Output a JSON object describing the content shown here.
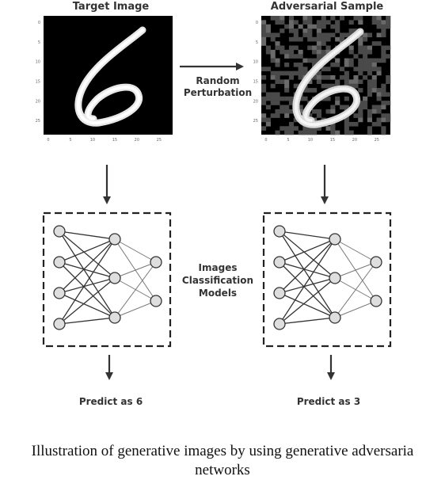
{
  "left_panel": {
    "title": "Target Image",
    "y_ticks": [
      "0",
      "5",
      "10",
      "15",
      "20",
      "25"
    ],
    "x_ticks": [
      "0",
      "5",
      "10",
      "15",
      "20",
      "25"
    ],
    "prediction": "Predict as 6"
  },
  "right_panel": {
    "title": "Adversarial Sample",
    "y_ticks": [
      "0",
      "5",
      "10",
      "15",
      "20",
      "25"
    ],
    "x_ticks": [
      "0",
      "5",
      "10",
      "15",
      "20",
      "25"
    ],
    "prediction": "Predict as 3"
  },
  "middle": {
    "perturbation_line1": "Random",
    "perturbation_line2": "Perturbation",
    "model_line1": "Images",
    "model_line2": "Classification",
    "model_line3": "Models"
  },
  "caption": {
    "line1": "Illustration of generative images by using generative adversaria",
    "line2": "networks"
  },
  "colors": {
    "arrow": "#333333",
    "node_fill": "#dedede",
    "edge": "#444444",
    "background_image": "#000000"
  }
}
